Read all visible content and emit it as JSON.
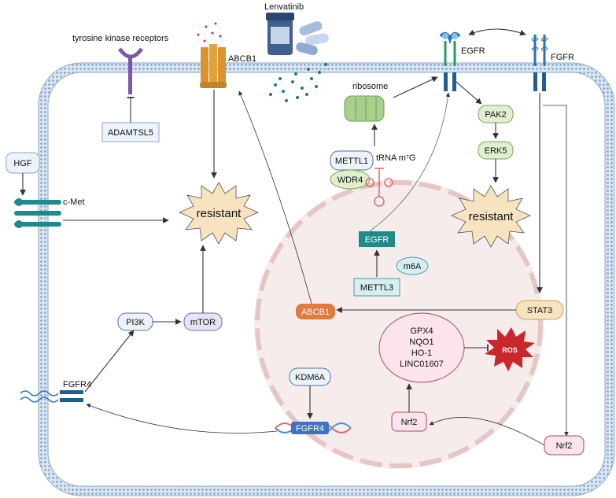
{
  "drug": {
    "name": "Lenvatinib"
  },
  "labels": {
    "tyrosine_kinase_receptors": "tyrosine kinase receptors",
    "abcb1_membrane": "ABCB1",
    "egfr_membrane": "EGFR",
    "fgfr_membrane": "FGFR",
    "ribosome": "ribosome",
    "c_met": "c-Met",
    "fgfr4_membrane": "FGFR4",
    "trna": "tRNA m⁷G"
  },
  "nodes": {
    "adamtsl5": "ADAMTSL5",
    "hgf": "HGF",
    "pak2": "PAK2",
    "erk5": "ERK5",
    "mettl1": "METTL1",
    "wdr4": "WDR4",
    "egfr_nuclear": "EGFR",
    "m6a": "m6A",
    "mettl3": "METTL3",
    "abcb1_nuclear": "ABCB1",
    "stat3": "STAT3",
    "pi3k": "PI3K",
    "mtor": "mTOR",
    "kdm6a": "KDM6A",
    "fgfr4_dna": "FGFR4",
    "nrf2_nuclear": "Nrf2",
    "nrf2_cyto": "Nrf2",
    "ros": "ROS",
    "resistant_left": "resistant",
    "resistant_right": "resistant"
  },
  "targets": [
    "GPX4",
    "NQO1",
    "HO-1",
    "LINC01607"
  ],
  "colors": {
    "membrane": "#8aa6c8",
    "teal": "#1f8a8a",
    "nucleus_fill": "#f7ecec",
    "star_fill": "#f7e3c0",
    "ros_fill": "#c8282b",
    "abcb1_orange": "#e07a3e"
  }
}
